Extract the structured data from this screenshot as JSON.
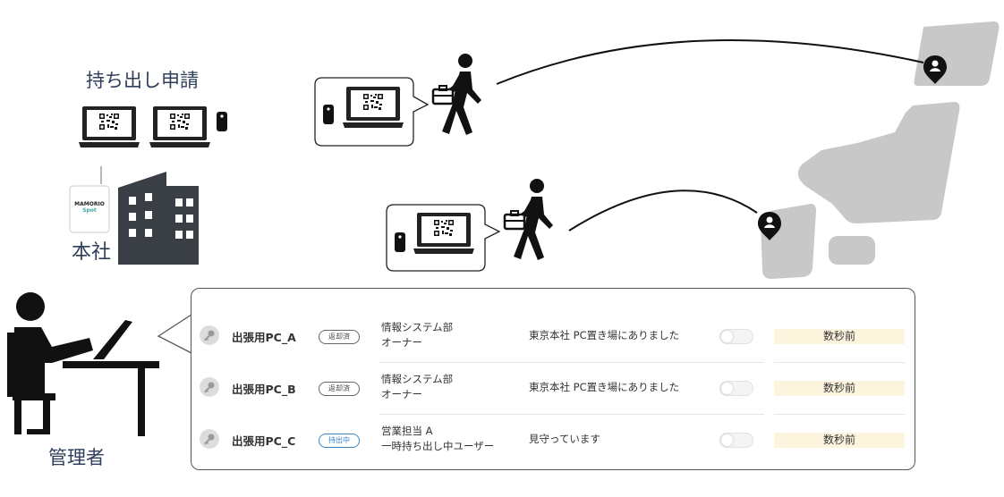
{
  "labels": {
    "checkout_request": "持ち出し申請",
    "headquarters": "本社",
    "admin": "管理者"
  },
  "spot_device": {
    "brand": "MAMORIO",
    "sub": "Spot"
  },
  "colors": {
    "ink": "#2f3e5a",
    "dark": "#111111",
    "map_gray": "#c8c8c8",
    "time_bg": "#fdf4dd",
    "badge_active": "#3a86c8"
  },
  "devices": [
    {
      "name": "出張用PC_A",
      "badge": "返却済",
      "badge_active": false,
      "owner_dept": "情報システム部",
      "owner_role": "オーナー",
      "status": "東京本社 PC置き場にありました",
      "toggle_on": false,
      "time": "数秒前"
    },
    {
      "name": "出張用PC_B",
      "badge": "返却済",
      "badge_active": false,
      "owner_dept": "情報システム部",
      "owner_role": "オーナー",
      "status": "東京本社 PC置き場にありました",
      "toggle_on": false,
      "time": "数秒前"
    },
    {
      "name": "出張用PC_C",
      "badge": "持出中",
      "badge_active": true,
      "owner_dept": "営業担当 A",
      "owner_role": "一時持ち出し中ユーザー",
      "status": "見守っています",
      "toggle_on": false,
      "time": "数秒前"
    }
  ]
}
